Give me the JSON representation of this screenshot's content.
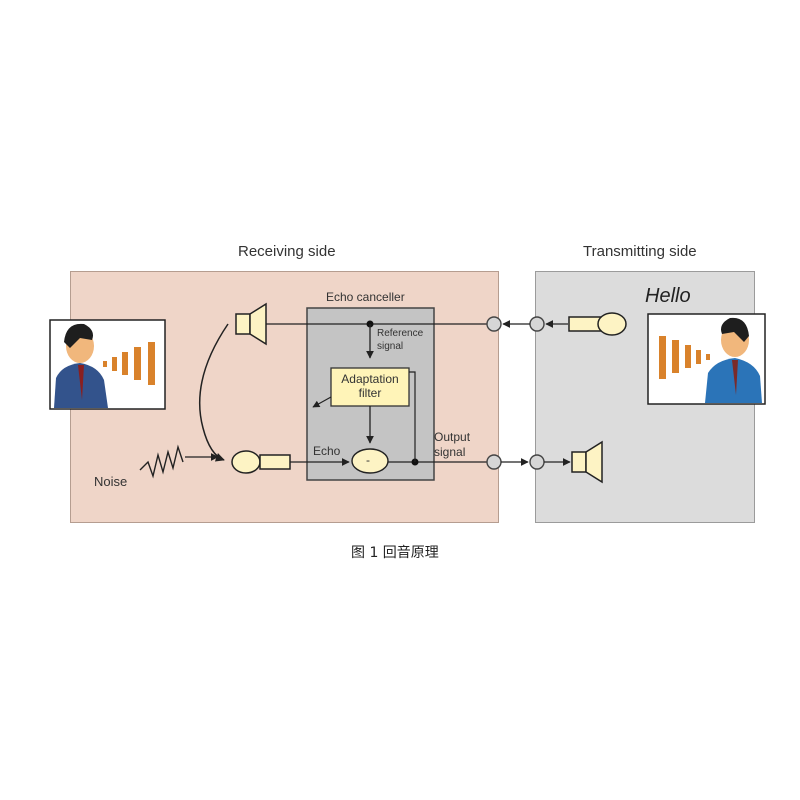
{
  "labels": {
    "receiving_side": "Receiving side",
    "transmitting_side": "Transmitting side",
    "echo_canceller": "Echo canceller",
    "reference_signal_line1": "Reference",
    "reference_signal_line2": "signal",
    "adaptation_filter_line1": "Adaptation",
    "adaptation_filter_line2": "filter",
    "echo": "Echo",
    "output_signal_line1": "Output",
    "output_signal_line2": "signal",
    "noise": "Noise",
    "hello": "Hello",
    "subtract_symbol": "-"
  },
  "caption": "图 1  回音原理",
  "colors": {
    "receiving_panel": "#efd5c8",
    "transmitting_panel": "#dcdcdc",
    "canceller_box": "#c4c4c4",
    "adaptation_box": "#fff4b8",
    "component_fill": "#fdf3c4",
    "connector_fill": "#d6d6d6",
    "sound_wave": "#d9822b",
    "shirt_left": "#33538c",
    "shirt_right": "#2b74b8",
    "skin": "#f1b77c",
    "hair": "#1e1e1e"
  },
  "icons": {
    "left_person": "talking-person-icon",
    "right_person": "talking-person-icon",
    "speaker": "loudspeaker-icon",
    "microphone": "microphone-icon",
    "noise": "noise-zigzag-icon"
  }
}
